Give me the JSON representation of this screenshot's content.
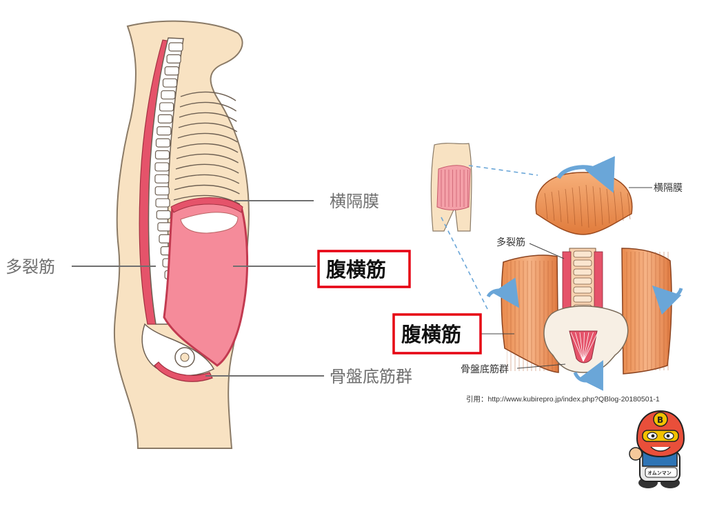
{
  "left_figure": {
    "diaphragm_label": "横隔膜",
    "multifidus_label": "多裂筋",
    "transversus_label": "腹横筋",
    "pelvic_floor_label": "骨盤底筋群"
  },
  "right_figure": {
    "diaphragm_label": "横隔膜",
    "multifidus_label": "多裂筋",
    "transversus_label": "腹横筋",
    "pelvic_floor_label": "骨盤底筋群"
  },
  "citation": "引用：http://www.kubirepro.jp/index.php?QBlog-20180501-1",
  "mascot": {
    "chest_letter": "B",
    "badge_text": "オムンマン"
  },
  "colors": {
    "skin": "#f8e2c2",
    "skin_outline": "#8a7a66",
    "muscle_red": "#e5536a",
    "muscle_pink": "#f58b9a",
    "muscle_orange": "#e8904f",
    "highlight_box": "#e60012",
    "arrow_blue": "#6aa6d8"
  }
}
